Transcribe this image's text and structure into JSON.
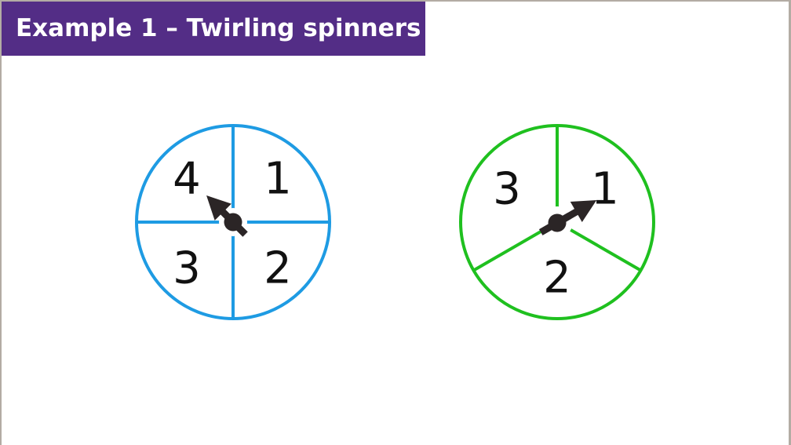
{
  "header": {
    "title": "Example 1 – Twirling spinners",
    "background_color": "#532d86",
    "text_color": "#ffffff"
  },
  "spinners": [
    {
      "name": "four-section-spinner",
      "color": "#1e9be3",
      "sections": 4,
      "labels": [
        "4",
        "1",
        "3",
        "2"
      ],
      "arrow_points_to": "4"
    },
    {
      "name": "three-section-spinner",
      "color": "#1fc01f",
      "sections": 3,
      "labels": [
        "3",
        "1",
        "2"
      ],
      "arrow_points_to": "1"
    }
  ]
}
